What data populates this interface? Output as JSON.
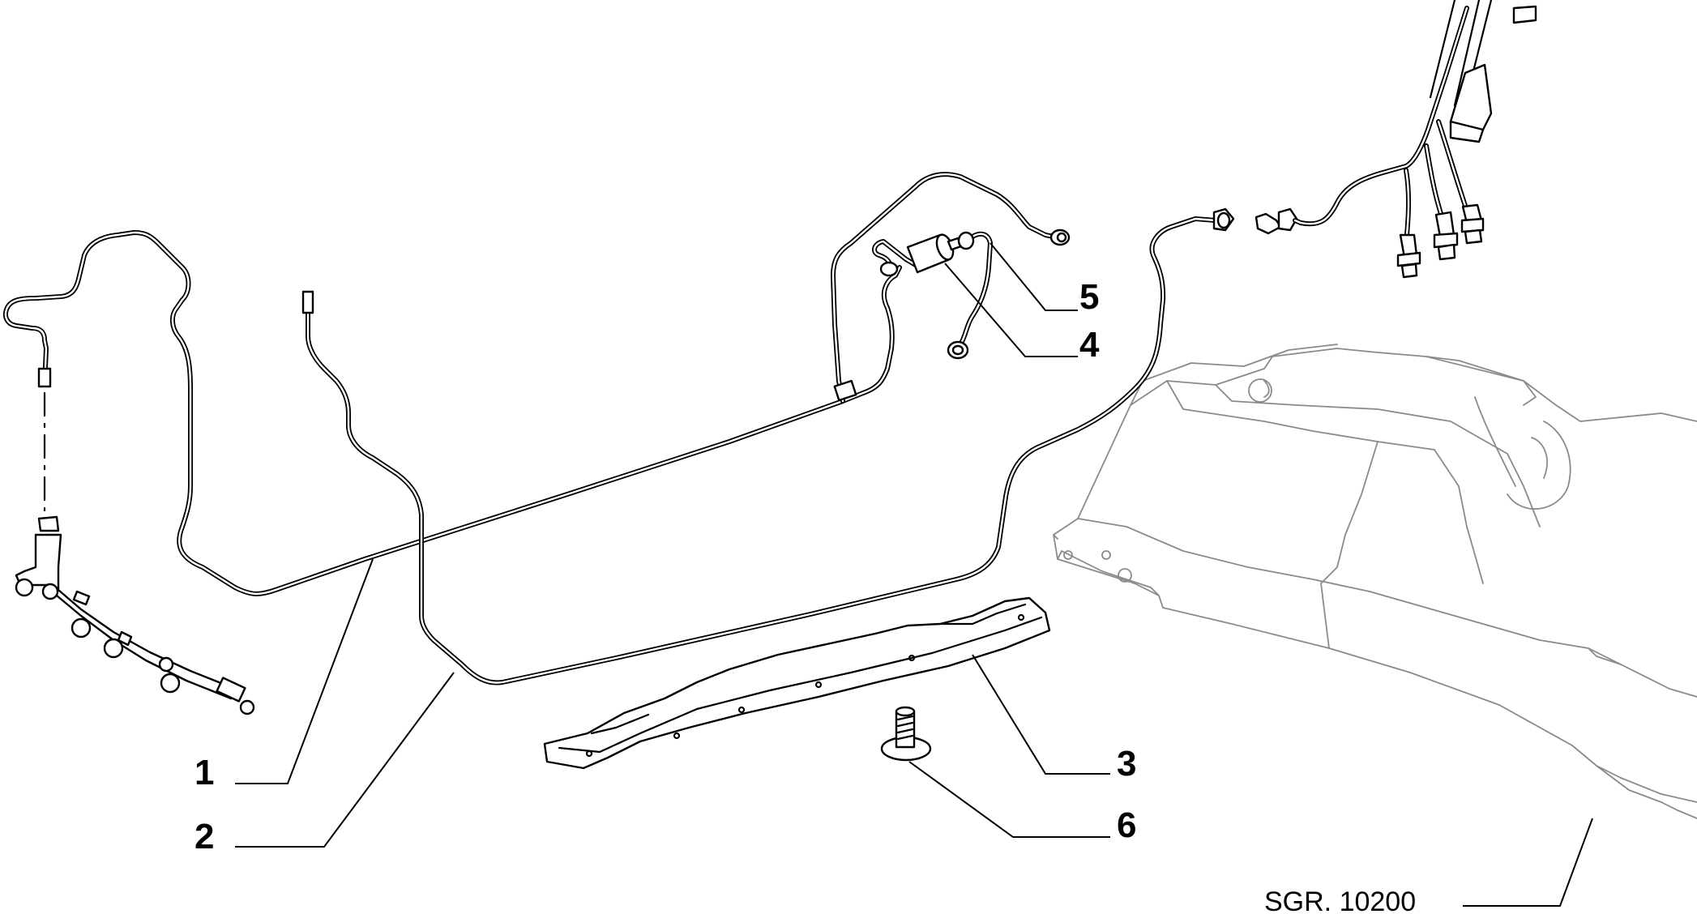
{
  "callouts": [
    {
      "id": "1",
      "label": "1"
    },
    {
      "id": "2",
      "label": "2"
    },
    {
      "id": "3",
      "label": "3"
    },
    {
      "id": "4",
      "label": "4"
    },
    {
      "id": "5",
      "label": "5"
    },
    {
      "id": "6",
      "label": "6"
    }
  ],
  "drawing_reference": "SGR. 10200"
}
